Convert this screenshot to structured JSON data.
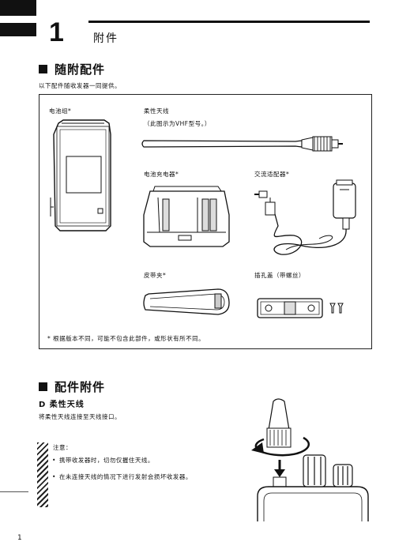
{
  "chapter": {
    "number": "1",
    "title": "附件"
  },
  "section1": {
    "title": "随附配件",
    "intro": "以下配件随收发器一同提供。",
    "items": {
      "battery": "电池组*",
      "antenna": "柔性天线",
      "antenna_note": "（此图示为VHF型号。）",
      "charger": "电池充电器*",
      "adapter": "交流适配器*",
      "belt_clip": "皮带夹*",
      "jack_cover": "插孔盖（带螺丝）"
    },
    "footnote": "* 根据版本不同，可能不包含此部件，或形状有所不同。"
  },
  "section2": {
    "title": "配件附件",
    "subsection": "D 柔性天线",
    "instruction": "将柔性天线连接至天线接口。",
    "caution_title": "注意：",
    "cautions": [
      "携带收发器时，切勿仅握住天线。",
      "在未连接天线的情况下进行发射会损坏收发器。"
    ]
  },
  "page_number": "1"
}
